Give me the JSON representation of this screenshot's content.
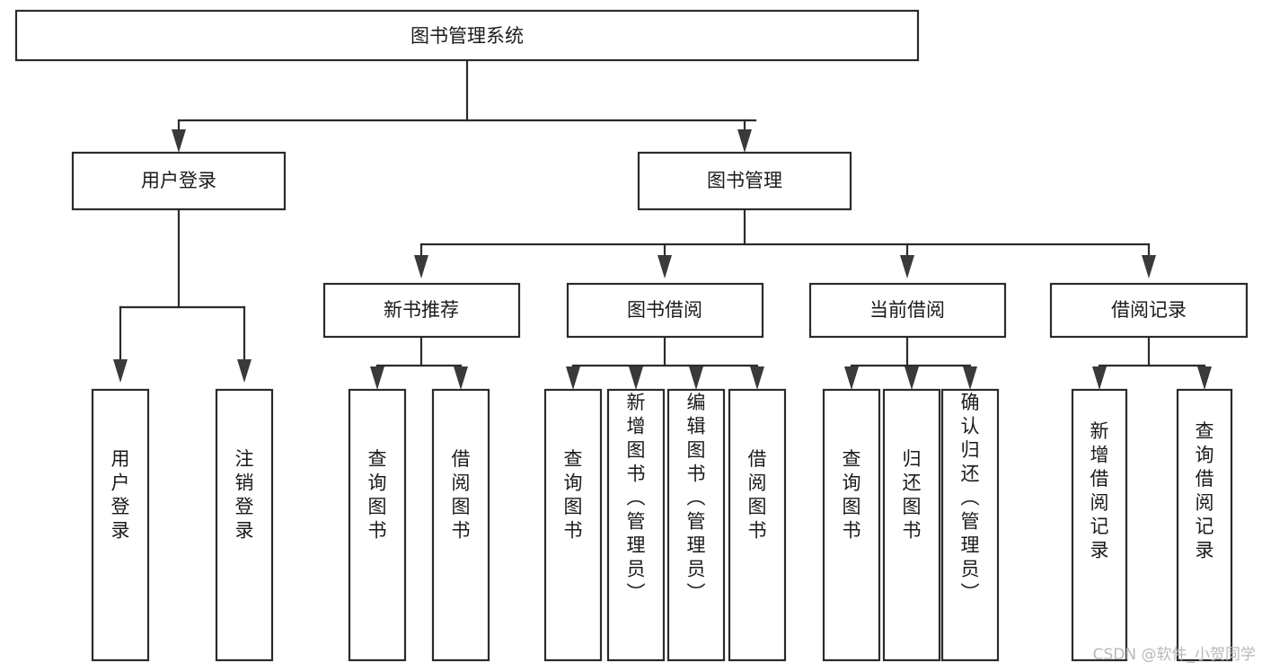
{
  "diagram": {
    "type": "tree-hierarchy",
    "title": "图书管理系统",
    "levels": 4,
    "root": {
      "id": "root",
      "label": "图书管理系统",
      "orientation": "horizontal"
    },
    "level2": [
      {
        "id": "user-login",
        "label": "用户登录",
        "orientation": "horizontal"
      },
      {
        "id": "book-manage",
        "label": "图书管理",
        "orientation": "horizontal"
      }
    ],
    "level3": [
      {
        "id": "new-book-recommend",
        "label": "新书推荐",
        "parent": "book-manage",
        "orientation": "horizontal"
      },
      {
        "id": "book-borrow",
        "label": "图书借阅",
        "parent": "book-manage",
        "orientation": "horizontal"
      },
      {
        "id": "current-borrow",
        "label": "当前借阅",
        "parent": "book-manage",
        "orientation": "horizontal"
      },
      {
        "id": "borrow-record",
        "label": "借阅记录",
        "parent": "book-manage",
        "orientation": "horizontal"
      }
    ],
    "leaves": [
      {
        "id": "leaf-user-login",
        "label": "用户登录",
        "parent": "user-login",
        "orientation": "vertical"
      },
      {
        "id": "leaf-logout",
        "label": "注销登录",
        "parent": "user-login",
        "orientation": "vertical"
      },
      {
        "id": "leaf-query-book-1",
        "label": "查询图书",
        "parent": "new-book-recommend",
        "orientation": "vertical"
      },
      {
        "id": "leaf-borrow-book-1",
        "label": "借阅图书",
        "parent": "new-book-recommend",
        "orientation": "vertical"
      },
      {
        "id": "leaf-query-book-2",
        "label": "查询图书",
        "parent": "book-borrow",
        "orientation": "vertical"
      },
      {
        "id": "leaf-add-book",
        "label": "新增图书（管理员）",
        "parent": "book-borrow",
        "orientation": "vertical"
      },
      {
        "id": "leaf-edit-book",
        "label": "编辑图书（管理员）",
        "parent": "book-borrow",
        "orientation": "vertical"
      },
      {
        "id": "leaf-borrow-book-2",
        "label": "借阅图书",
        "parent": "book-borrow",
        "orientation": "vertical"
      },
      {
        "id": "leaf-query-book-3",
        "label": "查询图书",
        "parent": "current-borrow",
        "orientation": "vertical"
      },
      {
        "id": "leaf-return-book",
        "label": "归还图书",
        "parent": "current-borrow",
        "orientation": "vertical"
      },
      {
        "id": "leaf-confirm-return",
        "label": "确认归还（管理员）",
        "parent": "current-borrow",
        "orientation": "vertical"
      },
      {
        "id": "leaf-add-record",
        "label": "新增借阅记录",
        "parent": "borrow-record",
        "orientation": "vertical"
      },
      {
        "id": "leaf-query-record",
        "label": "查询借阅记录",
        "parent": "borrow-record",
        "orientation": "vertical"
      }
    ]
  },
  "watermark": {
    "text": "CSDN @软件_小贺同学"
  },
  "colors": {
    "box_stroke": "#2b2b2b",
    "box_fill": "#ffffff",
    "text": "#1a1a1a",
    "arrow": "#3a3a3a",
    "watermark": "#b9b9b9",
    "background": "#ffffff"
  }
}
